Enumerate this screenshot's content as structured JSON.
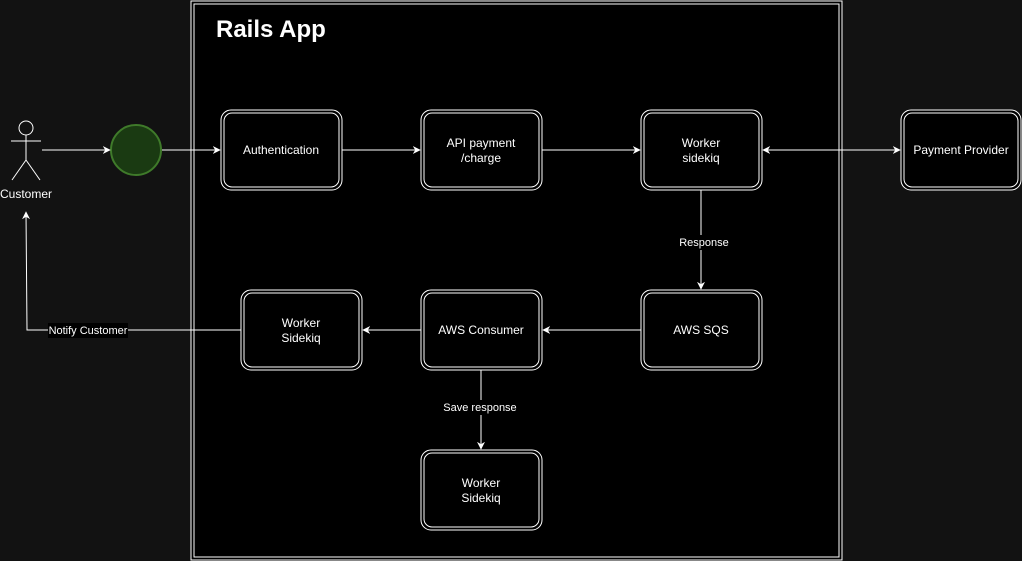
{
  "diagram": {
    "title": "Rails App",
    "actor": {
      "label": "Customer"
    },
    "nodes": {
      "authentication": {
        "label": "Authentication"
      },
      "api_payment": {
        "lines": [
          "API payment",
          "/charge"
        ]
      },
      "worker_sidekiq_top": {
        "lines": [
          "Worker",
          "sidekiq"
        ]
      },
      "payment_provider": {
        "label": "Payment Provider"
      },
      "aws_sqs": {
        "label": "AWS SQS"
      },
      "aws_consumer": {
        "label": "AWS Consumer"
      },
      "worker_sidekiq_left": {
        "lines": [
          "Worker",
          "Sidekiq"
        ]
      },
      "worker_sidekiq_bottom": {
        "lines": [
          "Worker",
          "Sidekiq"
        ]
      }
    },
    "edge_labels": {
      "response": "Response",
      "save_response": "Save response",
      "notify_customer": "Notify Customer"
    },
    "colors": {
      "background": "#121212",
      "container": "#000000",
      "stroke": "#ffffff",
      "start_node_fill": "#1a3a12",
      "start_node_stroke": "#3f7a2a"
    }
  }
}
